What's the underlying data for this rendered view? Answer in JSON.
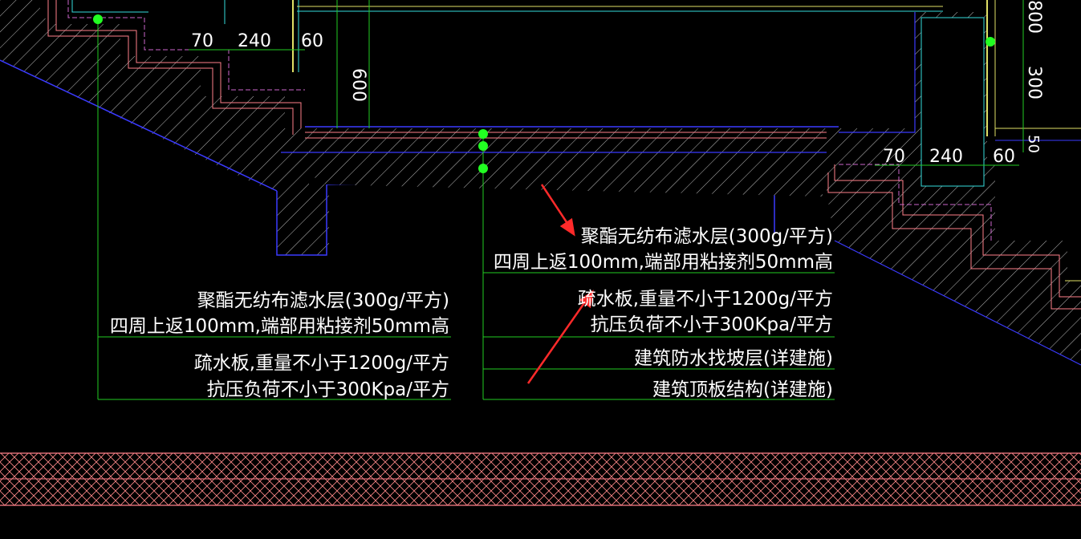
{
  "colors": {
    "background": "#000000",
    "hatch": "#cfcfcf",
    "leader": "#22cc22",
    "node": "#22ff22",
    "blue_outline": "#3a3aff",
    "pink": "#ff7f8a",
    "cyan": "#33dddd",
    "magenta_dash": "#cc66cc",
    "yellow": "#e0e066",
    "red_arrow": "#ff2a2a",
    "text": "#ffffff"
  },
  "dimensions": {
    "left_top": [
      "70",
      "240",
      "60"
    ],
    "left_vertical": "600",
    "right_row": [
      "70",
      "240",
      "60"
    ],
    "right_vertical_top": "800",
    "right_vertical_mid": "300",
    "right_vertical_small": "50"
  },
  "left_callout": {
    "line1": "聚酯无纺布滤水层(300g/平方)",
    "line2": "四周上返100mm,端部用粘接剂50mm高",
    "line3": "疏水板,重量不小于1200g/平方",
    "line4": "抗压负荷不小于300Kpa/平方"
  },
  "right_callout": {
    "line1": "聚酯无纺布滤水层(300g/平方)",
    "line2": "四周上返100mm,端部用粘接剂50mm高",
    "line3": "疏水板,重量不小于1200g/平方",
    "line4": "抗压负荷不小于300Kpa/平方",
    "line5": "建筑防水找坡层(详建施)",
    "line6": "建筑顶板结构(详建施)"
  }
}
